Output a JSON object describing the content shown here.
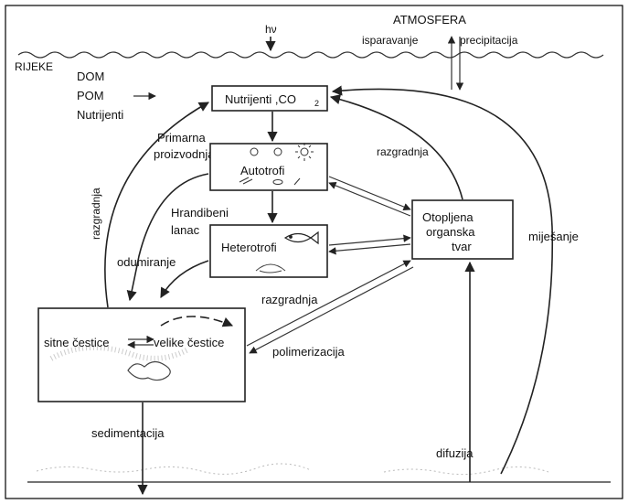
{
  "labels": {
    "hv": "hν",
    "atmosfera": "ATMOSFERA",
    "isparavanje": "isparavanje",
    "precipitacija": "precipitacija",
    "rijeke": "RIJEKE",
    "dom": "DOM",
    "pom": "POM",
    "nutrijenti_river": "Nutrijenti",
    "nutrijenti_box": "Nutrijenti ,CO",
    "co2_sub": "2",
    "primarna": "Primarna",
    "proizvodnja": "proizvodnja",
    "autotrofi": "Autotrofi",
    "hranidbeni": "Hrandibeni",
    "lanac": "lanac",
    "heterotrofi": "Heterotrofi",
    "odumiranje": "odumiranje",
    "razgradnja_left": "razgradnja",
    "razgradnja_top": "razgradnja",
    "razgradnja_mid": "razgradnja",
    "otopljena": "Otopljena",
    "organska": "organska",
    "tvar": "tvar",
    "mijesanje": "miješanje",
    "sitne_cestice": "sitne čestice",
    "velike_cestice": "velike čestice",
    "polimerizacija": "polimerizacija",
    "sedimentacija": "sedimentacija",
    "difuzija": "difuzija"
  },
  "icons": {
    "sun": "sun-icon",
    "fish": "fish-icon",
    "jellyfish": "jellyfish-icon"
  }
}
